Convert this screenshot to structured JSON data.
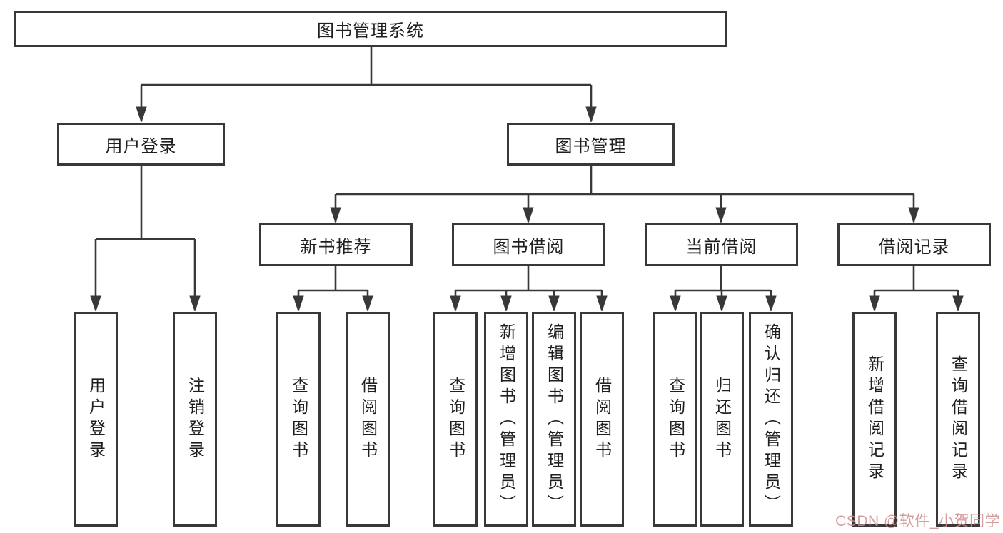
{
  "tree": {
    "root": {
      "label": "图书管理系统"
    },
    "branches": [
      {
        "label": "用户登录",
        "children": [
          {
            "label": "用户登录"
          },
          {
            "label": "注销登录"
          }
        ]
      },
      {
        "label": "图书管理",
        "children": [
          {
            "label": "新书推荐",
            "children": [
              {
                "label": "查询图书"
              },
              {
                "label": "借阅图书"
              }
            ]
          },
          {
            "label": "图书借阅",
            "children": [
              {
                "label": "查询图书"
              },
              {
                "label": "新增图书（管理员）"
              },
              {
                "label": "编辑图书（管理员）"
              },
              {
                "label": "借阅图书"
              }
            ]
          },
          {
            "label": "当前借阅",
            "children": [
              {
                "label": "查询图书"
              },
              {
                "label": "归还图书"
              },
              {
                "label": "确认归还（管理员）"
              }
            ]
          },
          {
            "label": "借阅记录",
            "children": [
              {
                "label": "新增借阅记录"
              },
              {
                "label": "查询借阅记录"
              }
            ]
          }
        ]
      }
    ]
  },
  "watermark": {
    "text": "CSDN @软件_小贺同学"
  },
  "colors": {
    "line": "#383838",
    "border": "#383838",
    "text": "#1f1f1f",
    "watermark": "#cd8c8c",
    "background": "#ffffff"
  }
}
